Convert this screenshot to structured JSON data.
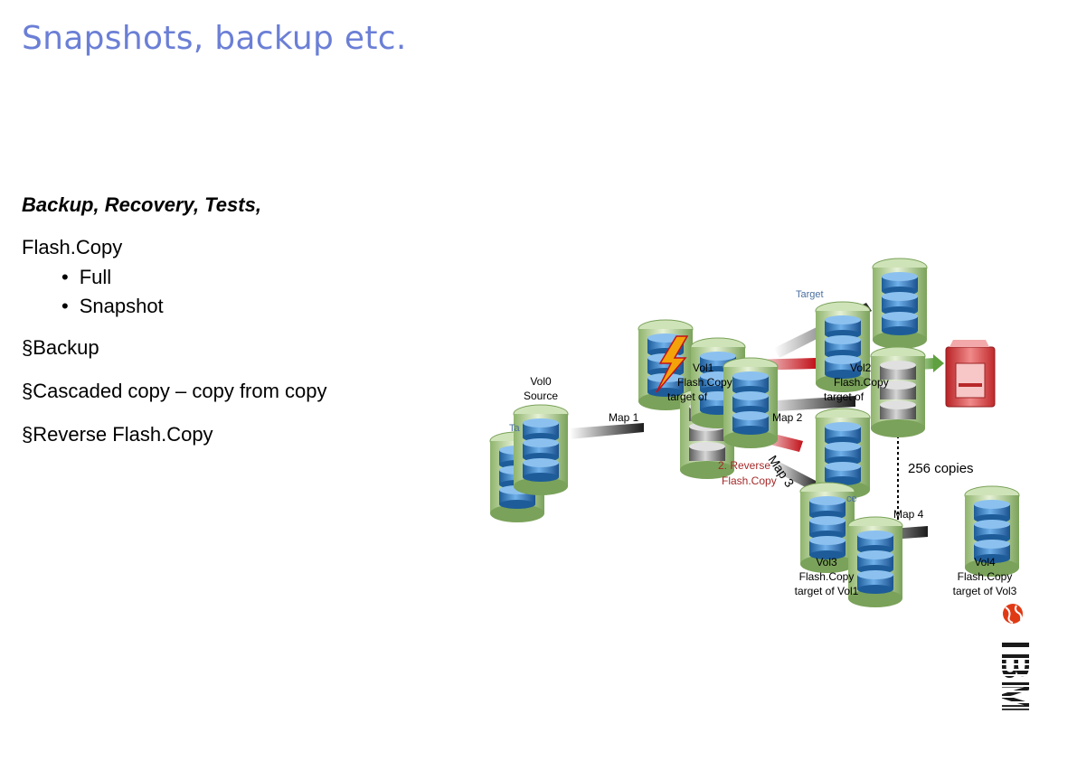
{
  "header": {
    "title": "Snapshots, backup etc."
  },
  "body": {
    "subtitle": "Backup, Recovery, Tests,",
    "flashcopy_heading": "Flash.Copy",
    "flashcopy_types": [
      "Full",
      "Snapshot"
    ],
    "features": [
      "Backup",
      "Cascaded copy – copy from copy",
      "Reverse Flash.Copy"
    ]
  },
  "diagram": {
    "vol0": {
      "name": "Vol0",
      "role": "Source"
    },
    "vol1": {
      "name": "Vol1",
      "role": "Flash.Copy",
      "detail": "target of"
    },
    "vol2": {
      "name": "Vol2",
      "role": "Flash.Copy",
      "detail": "target of"
    },
    "vol3": {
      "name": "Vol3",
      "role": "Flash.Copy",
      "detail": "target of Vol1"
    },
    "vol4": {
      "name": "Vol4",
      "role": "Flash.Copy",
      "detail": "target of Vol3"
    },
    "target_label": "Target",
    "target_fragment": "Ta",
    "map1": "Map 1",
    "map2": "Map 2",
    "map3": "Map 3",
    "map4": "Map 4",
    "reverse_label": {
      "line1": "2. Reverse",
      "line2": "Flash.Copy"
    },
    "source_fragment": "ce",
    "copies_label": "256 copies"
  },
  "colors": {
    "title": "#6b7fd6",
    "reverse_text": "#a52a2a",
    "target_text": "#4a6fa0",
    "disk_blue": "#2f74b8",
    "disk_green": "#a9c98a",
    "arrow_red": "#c2121a",
    "arrow_green": "#5fa040",
    "backup_red": "#d7393b"
  },
  "logo": {
    "text": "IBM"
  }
}
